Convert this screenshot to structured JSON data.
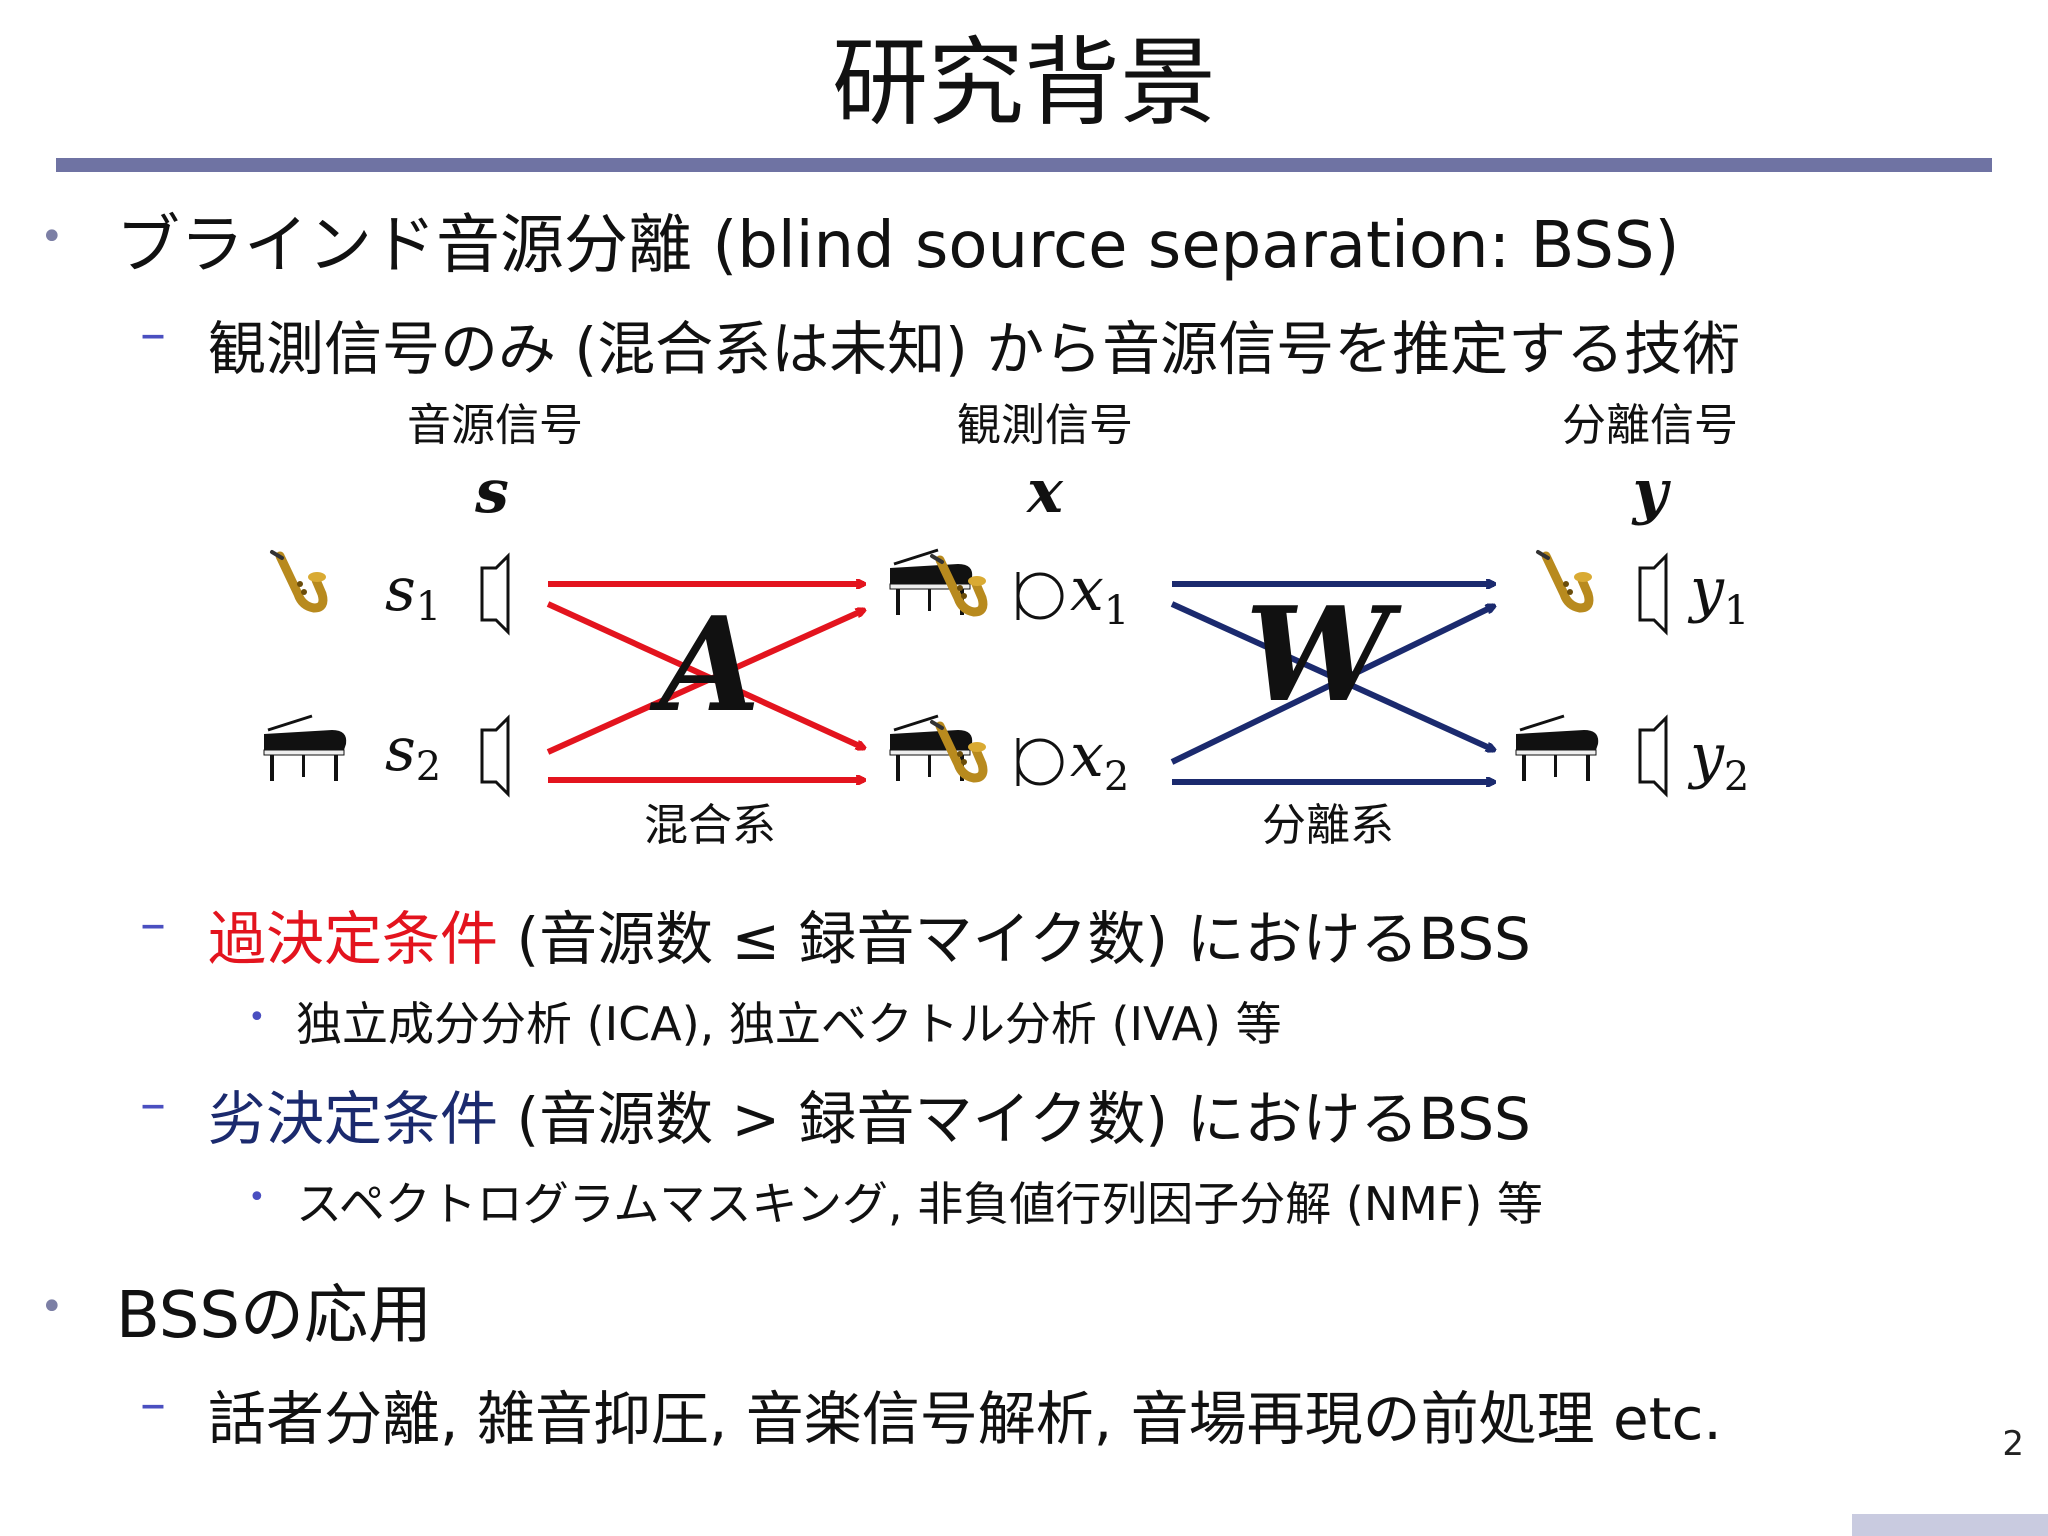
{
  "title": "研究背景",
  "bullets": [
    {
      "text": "ブラインド音源分離 (blind source separation: BSS)",
      "sub": [
        {
          "text": "観測信号のみ (混合系は未知) から音源信号を推定する技術"
        }
      ]
    }
  ],
  "diagram": {
    "labels": {
      "source_heading": "音源信号",
      "source_symbol": "s",
      "observed_heading": "観測信号",
      "observed_symbol": "x",
      "separated_heading": "分離信号",
      "separated_symbol": "y",
      "mixing_matrix": "A",
      "demixing_matrix": "W",
      "mixing_system": "混合系",
      "separation_system": "分離系"
    },
    "sources": [
      {
        "base": "s",
        "sub": "1",
        "instrument": "saxophone-icon"
      },
      {
        "base": "s",
        "sub": "2",
        "instrument": "piano-icon"
      }
    ],
    "observed": [
      {
        "base": "x",
        "sub": "1",
        "instrument": "piano-and-saxophone-icon"
      },
      {
        "base": "x",
        "sub": "2",
        "instrument": "piano-and-saxophone-icon"
      }
    ],
    "separated": [
      {
        "base": "y",
        "sub": "1",
        "instrument": "saxophone-icon"
      },
      {
        "base": "y",
        "sub": "2",
        "instrument": "piano-icon"
      }
    ],
    "colors": {
      "mixing_arrows": "#e3141e",
      "separation_arrows": "#1b2a6e"
    }
  },
  "conditions": [
    {
      "highlight": "過決定条件",
      "highlight_color": "#e3141e",
      "rest": " (音源数 ≤ 録音マイク数) におけるBSS",
      "methods": "独立成分分析 (ICA), 独立ベクトル分析 (IVA) 等"
    },
    {
      "highlight": "劣決定条件",
      "highlight_color": "#1b2a6e",
      "rest": " (音源数 > 録音マイク数) におけるBSS",
      "methods": "スペクトログラムマスキング, 非負値行列因子分解 (NMF) 等"
    }
  ],
  "applications": {
    "heading": "BSSの応用",
    "items": "話者分離, 雑音抑圧, 音楽信号解析, 音場再現の前処理 etc."
  },
  "page_number": "2",
  "theme": {
    "title_rule": "#6f73a3",
    "bullet": "#7c7fa5",
    "dash": "#4a4fc0"
  }
}
